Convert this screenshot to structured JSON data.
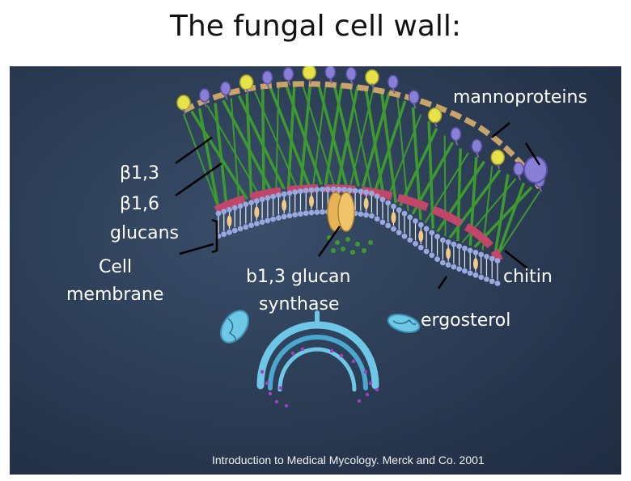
{
  "title": "The fungal cell wall:",
  "labels": {
    "mannoproteins": "mannoproteins",
    "b13": "β1,3",
    "b16": "β1,6",
    "glucans": "glucans",
    "cell": "Cell",
    "membrane": "membrane",
    "synthase1": "b1,3 glucan",
    "synthase2": "synthase",
    "chitin": "chitin",
    "ergosterol": "ergosterol"
  },
  "credit": "Introduction to Medical Mycology. Merck and Co. 2001",
  "colors": {
    "background": "#2a3a52",
    "glucan_fibers": "#3c9a2e",
    "chitin": "#c2466a",
    "membrane_heads": "#9aa8e0",
    "ergosterol": "#f3c98a",
    "synthase": "#e8b45a",
    "mannoprotein_yellow": "#e6e24a",
    "mannoprotein_purple": "#8a7fd6",
    "organelle": "#6ec7e6",
    "vesicles": "#a23fc9"
  }
}
